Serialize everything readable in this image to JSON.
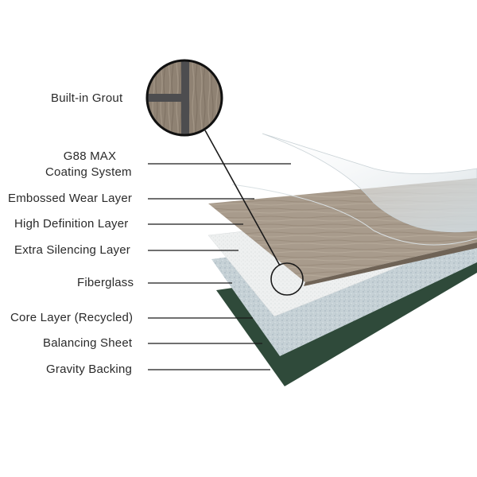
{
  "labels": {
    "built_in_grout": "Built-in Grout",
    "coating_line1": "G88 MAX",
    "coating_line2": "Coating System",
    "embossed_wear": "Embossed Wear Layer",
    "high_definition": "High Definition Layer",
    "extra_silencing": "Extra Silencing Layer",
    "fiberglass": "Fiberglass",
    "core_layer": "Core Layer (Recycled)",
    "balancing_sheet": "Balancing Sheet",
    "gravity_backing": "Gravity Backing"
  },
  "colors": {
    "gravity_backing": "#2f4a3a",
    "balancing_sheet": "#c7d3d8",
    "core_layer": "#b9c4c8",
    "fiberglass": "#e7e8e8",
    "wood_top": "#a99c8d",
    "wood_edge": "#6f6356",
    "film": "#dfe6ea",
    "grout": "#4d4d4f",
    "leader": "#1a1a1a"
  }
}
